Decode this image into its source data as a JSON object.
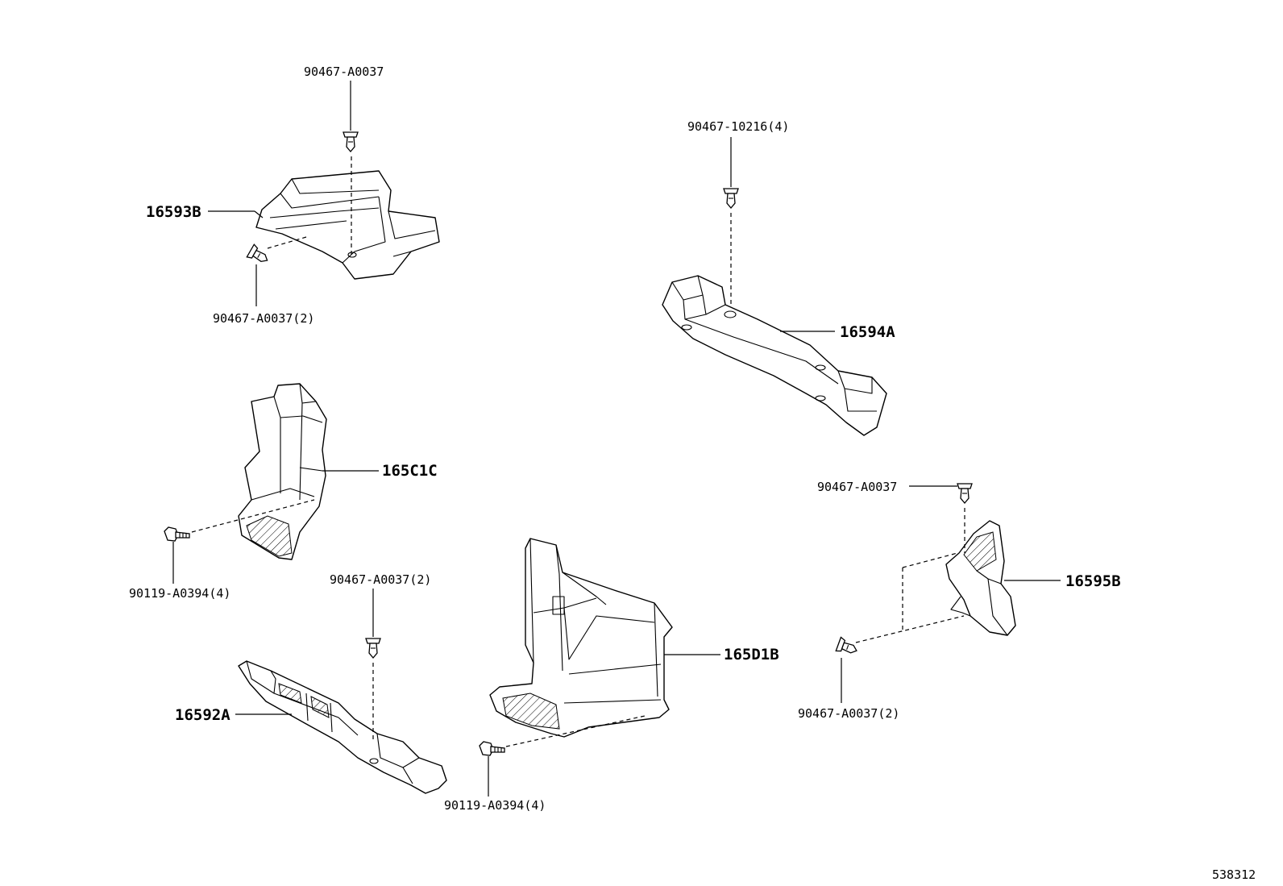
{
  "diagram": {
    "parts": [
      {
        "id": "16593B",
        "fasteners": [
          "90467-A0037",
          "90467-A0037(2)"
        ]
      },
      {
        "id": "16594A",
        "fasteners": [
          "90467-10216(4)"
        ]
      },
      {
        "id": "165C1C",
        "fasteners": [
          "90119-A0394(4)"
        ]
      },
      {
        "id": "16595B",
        "fasteners": [
          "90467-A0037",
          "90467-A0037(2)"
        ]
      },
      {
        "id": "165D1B",
        "fasteners": [
          "90119-A0394(4)"
        ]
      },
      {
        "id": "16592A",
        "fasteners": [
          "90467-A0037(2)"
        ]
      }
    ],
    "labels": {
      "p_16593B": "16593B",
      "p_16594A": "16594A",
      "p_165C1C": "165C1C",
      "p_16595B": "16595B",
      "p_165D1B": "165D1B",
      "p_16592A": "16592A",
      "f_top_clip": "90467-A0037",
      "f_16593B_clip": "90467-A0037(2)",
      "f_16594A_clip": "90467-10216(4)",
      "f_165C1C_bolt": "90119-A0394(4)",
      "f_16595B_top_clip": "90467-A0037",
      "f_16595B_clip": "90467-A0037(2)",
      "f_16592A_clip": "90467-A0037(2)",
      "f_165D1B_bolt": "90119-A0394(4)"
    },
    "ref_number": "538312"
  }
}
